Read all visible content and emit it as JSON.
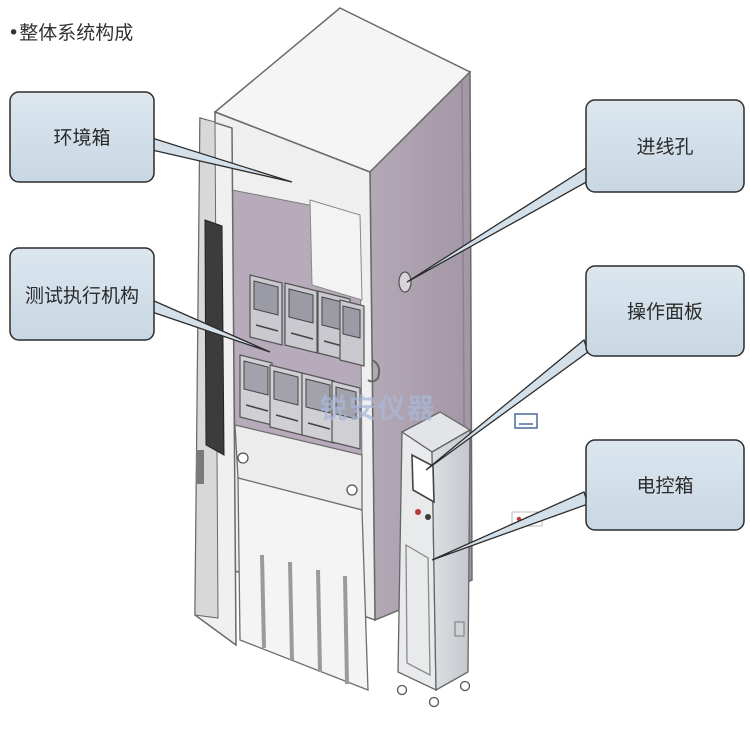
{
  "title": "•整体系统构成",
  "callouts": {
    "environment_box": "环境箱",
    "test_mechanism": "测试执行机构",
    "cable_hole": "进线孔",
    "operation_panel": "操作面板",
    "control_box": "电控箱"
  },
  "watermark": "锐安仪器",
  "colors": {
    "callout_fill": "#d3e0ea",
    "callout_stroke": "#2c2c2c",
    "cabinet_side": "#ab9fae",
    "cabinet_front": "#f2f2f2",
    "leader_line": "#2c2c2c"
  }
}
